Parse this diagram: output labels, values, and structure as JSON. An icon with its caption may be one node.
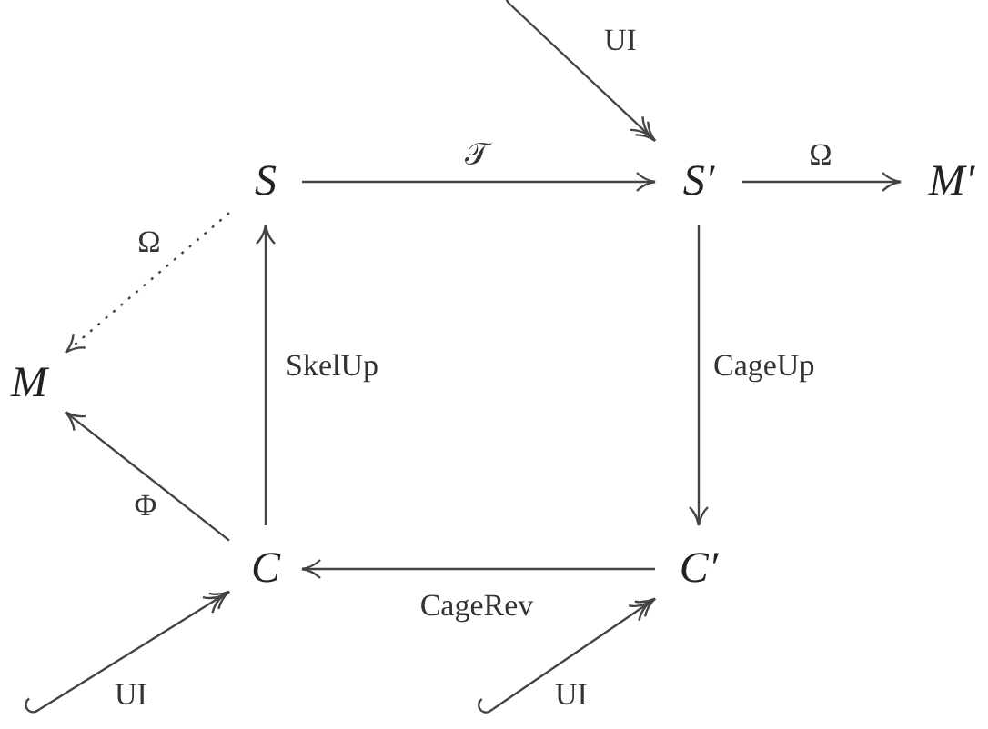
{
  "diagram": {
    "nodes": [
      {
        "text": [
          "S"
        ]
      },
      {
        "text": [
          "S′"
        ]
      },
      {
        "text": [
          "M′"
        ]
      },
      {
        "text": [
          "M"
        ]
      },
      {
        "text": [
          "C"
        ]
      },
      {
        "text": [
          "C′"
        ]
      }
    ],
    "edges": [
      {
        "from": 0,
        "to": 1,
        "arrow": "to",
        "label": "𝒯"
      },
      {
        "from": 1,
        "to": 2,
        "arrow": "to",
        "label": "Ω"
      },
      {
        "from": 0,
        "to": 3,
        "arrow": "to",
        "label": "Ω",
        "style": "dashed"
      },
      {
        "from": 4,
        "to": 0,
        "arrow": "to",
        "label": "SkelUp"
      },
      {
        "from": 1,
        "to": 5,
        "arrow": "to",
        "label": "CageUp"
      },
      {
        "from": 5,
        "to": 4,
        "arrow": "to",
        "label": "CageRev"
      },
      {
        "from": 4,
        "to": 3,
        "arrow": "to",
        "label": "Φ"
      },
      {
        "from": null,
        "to": 1,
        "arrow": "to",
        "label": "UI"
      },
      {
        "from": null,
        "to": 4,
        "arrow": "to",
        "label": "UI"
      },
      {
        "from": null,
        "to": 5,
        "arrow": "to",
        "label": "UI"
      }
    ]
  }
}
